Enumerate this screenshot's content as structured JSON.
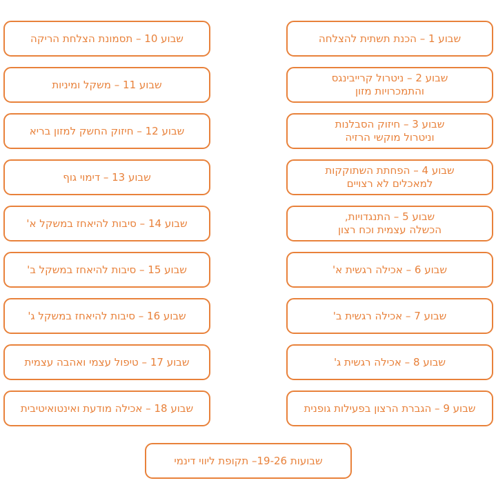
{
  "accent_color": "#E8813A",
  "background_color": "#FFFFFF",
  "columns": {
    "right": {
      "items": [
        {
          "label": "שבוע 1 – הכנת תשתית להצלחה"
        },
        {
          "label": "שבוע 2 – ניטרול קרייבינגס\nוהתמכרויות מזון"
        },
        {
          "label": "שבוע 3 – חיזוק הסבלנות\nוניטרול מוקשי הרזיה"
        },
        {
          "label": "שבוע 4 – הפחתת השתוקקות\nלמאכלים לא רצויים"
        },
        {
          "label": "שבוע 5 – התנגדויות,\nהכשלה עצמית וכח רצון"
        },
        {
          "label": "שבוע 6 – אכילה רגשית א'"
        },
        {
          "label": "שבוע 7 – אכילה רגשית ב'"
        },
        {
          "label": "שבוע 8 – אכילה רגשית ג'"
        },
        {
          "label": "שבוע 9 – הגברת הרצון בפעילות גופנית"
        }
      ]
    },
    "left": {
      "items": [
        {
          "label": "שבוע 10 – תסמונת הצלחת הריקה"
        },
        {
          "label": "שבוע 11 – משקל ומיניות"
        },
        {
          "label": "שבוע 12 – חיזוק החשק למזון בריא"
        },
        {
          "label": "שבוע 13 – דימוי גוף"
        },
        {
          "label": "שבוע 14 – סיבות להיאחז במשקל א'"
        },
        {
          "label": "שבוע 15 – סיבות להיאחז במשקל ב'"
        },
        {
          "label": "שבוע 16 – סיבות להיאחז במשקל ג'"
        },
        {
          "label": "שבוע 17 – טיפול עצמי ואהבה עצמית"
        },
        {
          "label": "שבוע 18 – אכילה מודעת ואינטואיטיבית"
        }
      ]
    }
  },
  "footer": {
    "label": "שבועות 19-26– תקופת ליווי דינמי"
  }
}
